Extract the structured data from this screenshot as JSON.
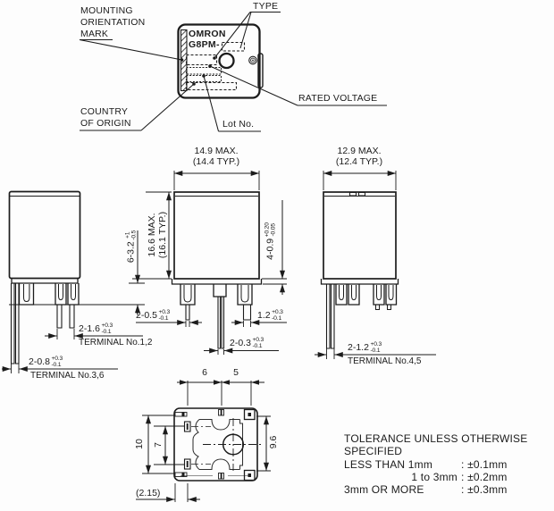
{
  "top_view": {
    "mounting_mark_label": [
      "MOUNTING",
      "ORIENTATION",
      "MARK"
    ],
    "type_label": "TYPE",
    "rated_voltage_label": "RATED VOLTAGE",
    "country_label": [
      "COUNTRY",
      "OF ORIGIN"
    ],
    "lot_no_label": "Lot No.",
    "case_marking": {
      "brand": "OMRON",
      "model_prefix": "G8PM-"
    }
  },
  "front_view": {
    "width": {
      "max": "14.9 MAX.",
      "typ": "(14.4 TYP.)"
    },
    "height": {
      "max": "16.6 MAX.",
      "typ": "(16.1 TYP.)"
    },
    "stub_len": {
      "v": "6-3.2",
      "p": "+1",
      "m": "-0.5"
    },
    "lip": {
      "v": "4-0.9",
      "p": "+0.20",
      "m": "-0.05"
    },
    "pin_left": {
      "v": "2-0.5",
      "p": "+0.3",
      "m": "-0.1"
    },
    "pin_right": {
      "v": "1.2",
      "p": "+0.3",
      "m": "-0.1"
    },
    "pin_center": {
      "v": "2-0.3",
      "p": "+0.3",
      "m": "-0.1"
    }
  },
  "side_view_left": {
    "pin_12": {
      "v": "2-1.6",
      "p": "+0.3",
      "m": "-0.1",
      "label": "TERMINAL No.1,2"
    },
    "pin_36": {
      "v": "2-0.8",
      "p": "+0.3",
      "m": "-0.1",
      "label": "TERMINAL No.3,6"
    }
  },
  "side_view_right": {
    "width": {
      "max": "12.9 MAX.",
      "typ": "(12.4 TYP.)"
    },
    "pin_45": {
      "v": "2-1.2",
      "p": "+0.3",
      "m": "-0.1",
      "label": "TERMINAL No.4,5"
    }
  },
  "bottom_view": {
    "pitch_a": "6",
    "pitch_b": "5",
    "height_outer": "10",
    "height_inner": "7",
    "width_right": "9.6",
    "offset": "(2.15)"
  },
  "tolerance_note": {
    "title_line1": "TOLERANCE UNLESS OTHERWISE",
    "title_line2": "SPECIFIED",
    "rows": [
      {
        "range": "LESS THAN 1mm",
        "value": ": ±0.1mm"
      },
      {
        "range": "1 to 3mm",
        "value": ": ±0.2mm"
      },
      {
        "range": "3mm OR MORE",
        "value": ": ±0.3mm"
      }
    ]
  },
  "colors": {
    "line": "#1c1c1c"
  }
}
